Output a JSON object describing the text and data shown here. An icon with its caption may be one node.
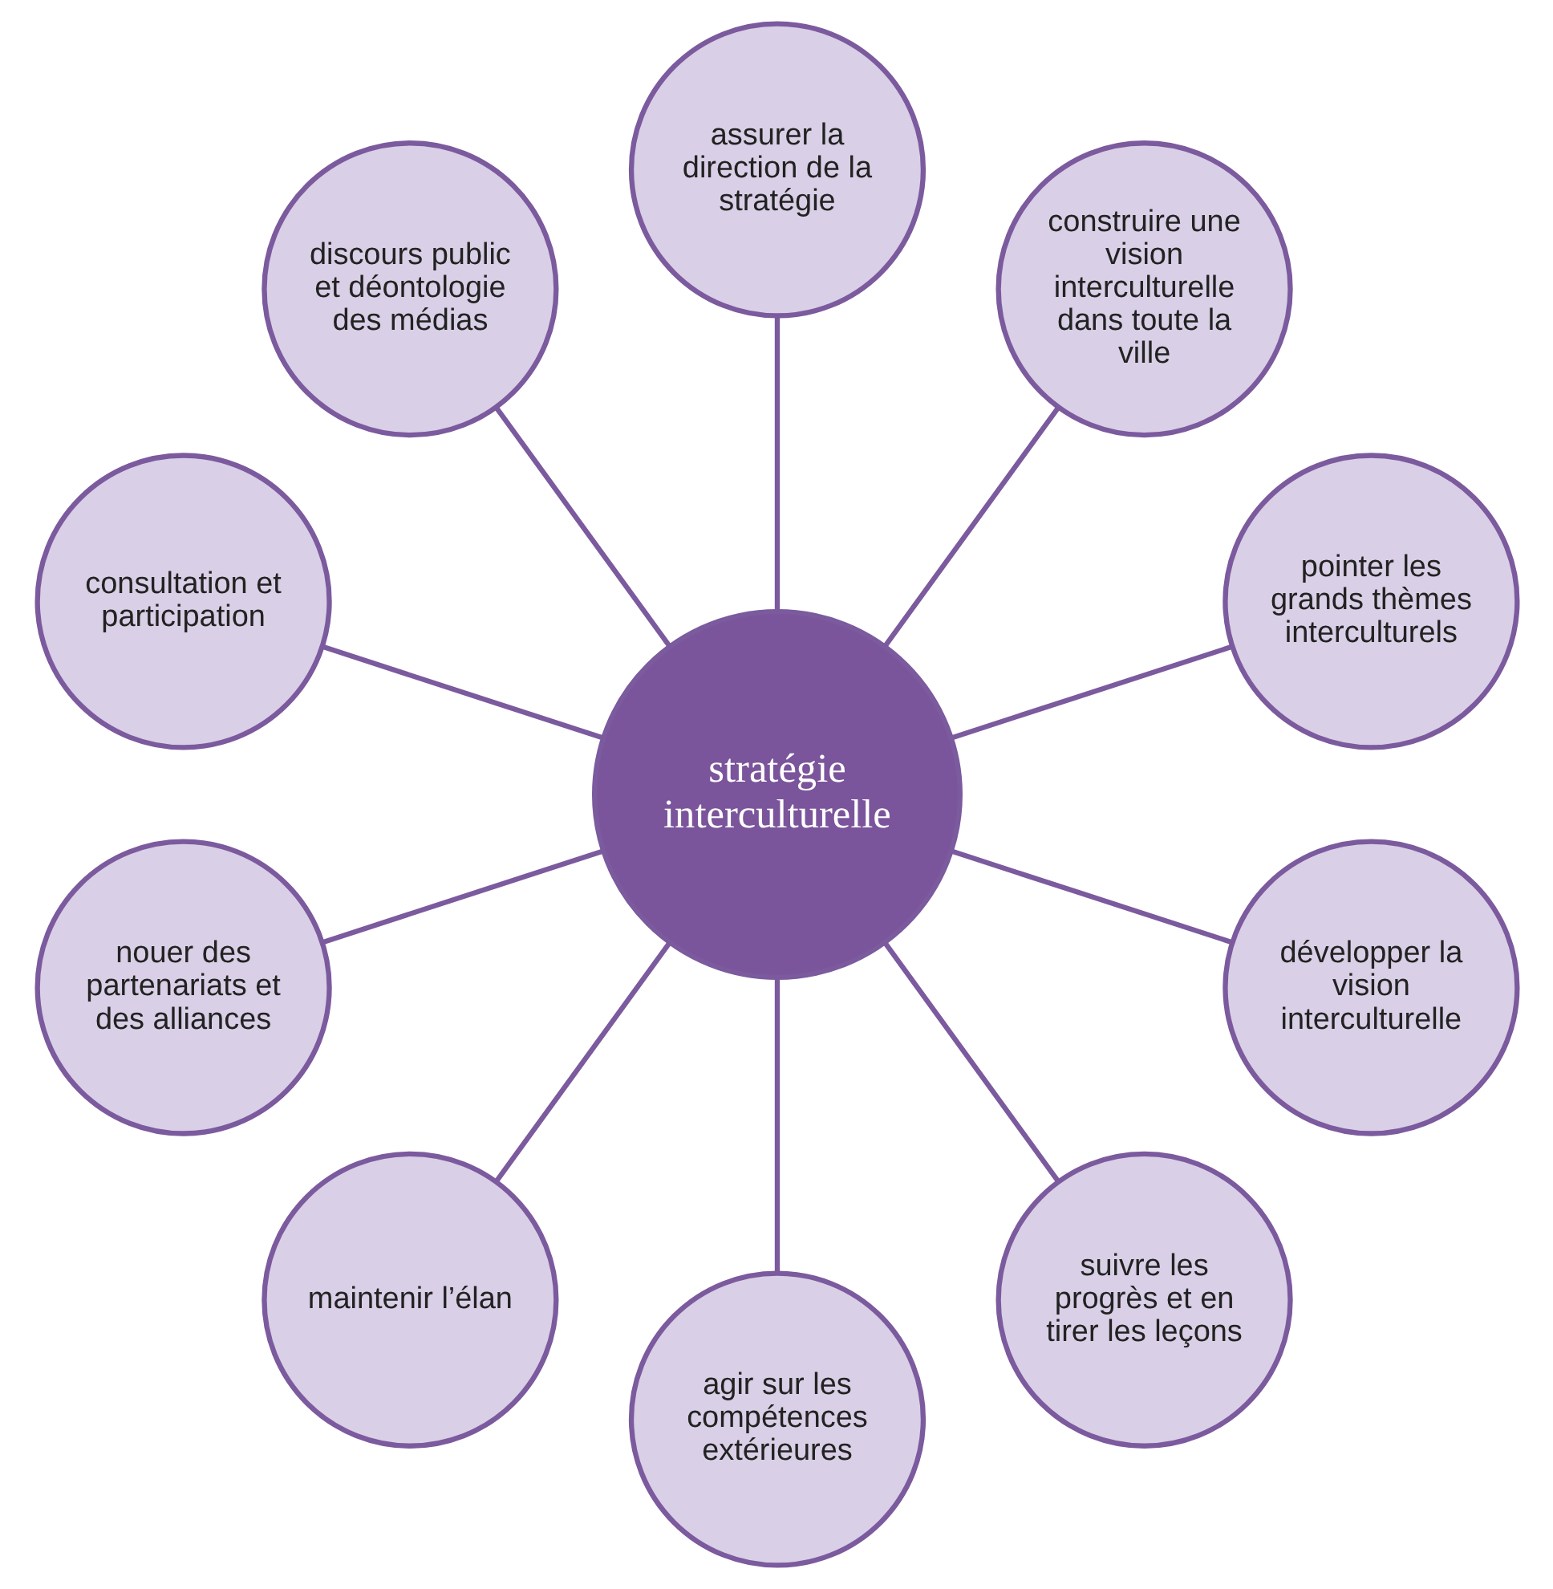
{
  "diagram": {
    "nodes": [
      {
        "text": [
          "stratégie interculturelle"
        ]
      },
      {
        "text": [
          "pointer les grands thèmes interculturels"
        ]
      },
      {
        "text": [
          "construire une vision interculturelle dans toute la ville"
        ]
      },
      {
        "text": [
          "assurer la direction de la stratégie"
        ]
      },
      {
        "text": [
          "discours public et déontologie des médias"
        ]
      },
      {
        "text": [
          "consultation et participation"
        ]
      },
      {
        "text": [
          "nouer des partenariats et des alliances"
        ]
      },
      {
        "text": [
          "maintenir l’élan"
        ]
      },
      {
        "text": [
          "agir sur les compétences extérieures"
        ]
      },
      {
        "text": [
          "suivre les progrès et en tirer les leçons"
        ]
      },
      {
        "text": [
          "développer la vision interculturelle"
        ]
      }
    ],
    "edges": [
      {
        "from": 0,
        "to": 1,
        "arrow": "none"
      },
      {
        "from": 0,
        "to": 2,
        "arrow": "none"
      },
      {
        "from": 0,
        "to": 3,
        "arrow": "none"
      },
      {
        "from": 0,
        "to": 4,
        "arrow": "none"
      },
      {
        "from": 0,
        "to": 5,
        "arrow": "none"
      },
      {
        "from": 0,
        "to": 6,
        "arrow": "none"
      },
      {
        "from": 0,
        "to": 7,
        "arrow": "none"
      },
      {
        "from": 0,
        "to": 8,
        "arrow": "none"
      },
      {
        "from": 0,
        "to": 9,
        "arrow": "none"
      },
      {
        "from": 0,
        "to": 10,
        "arrow": "none"
      }
    ]
  }
}
